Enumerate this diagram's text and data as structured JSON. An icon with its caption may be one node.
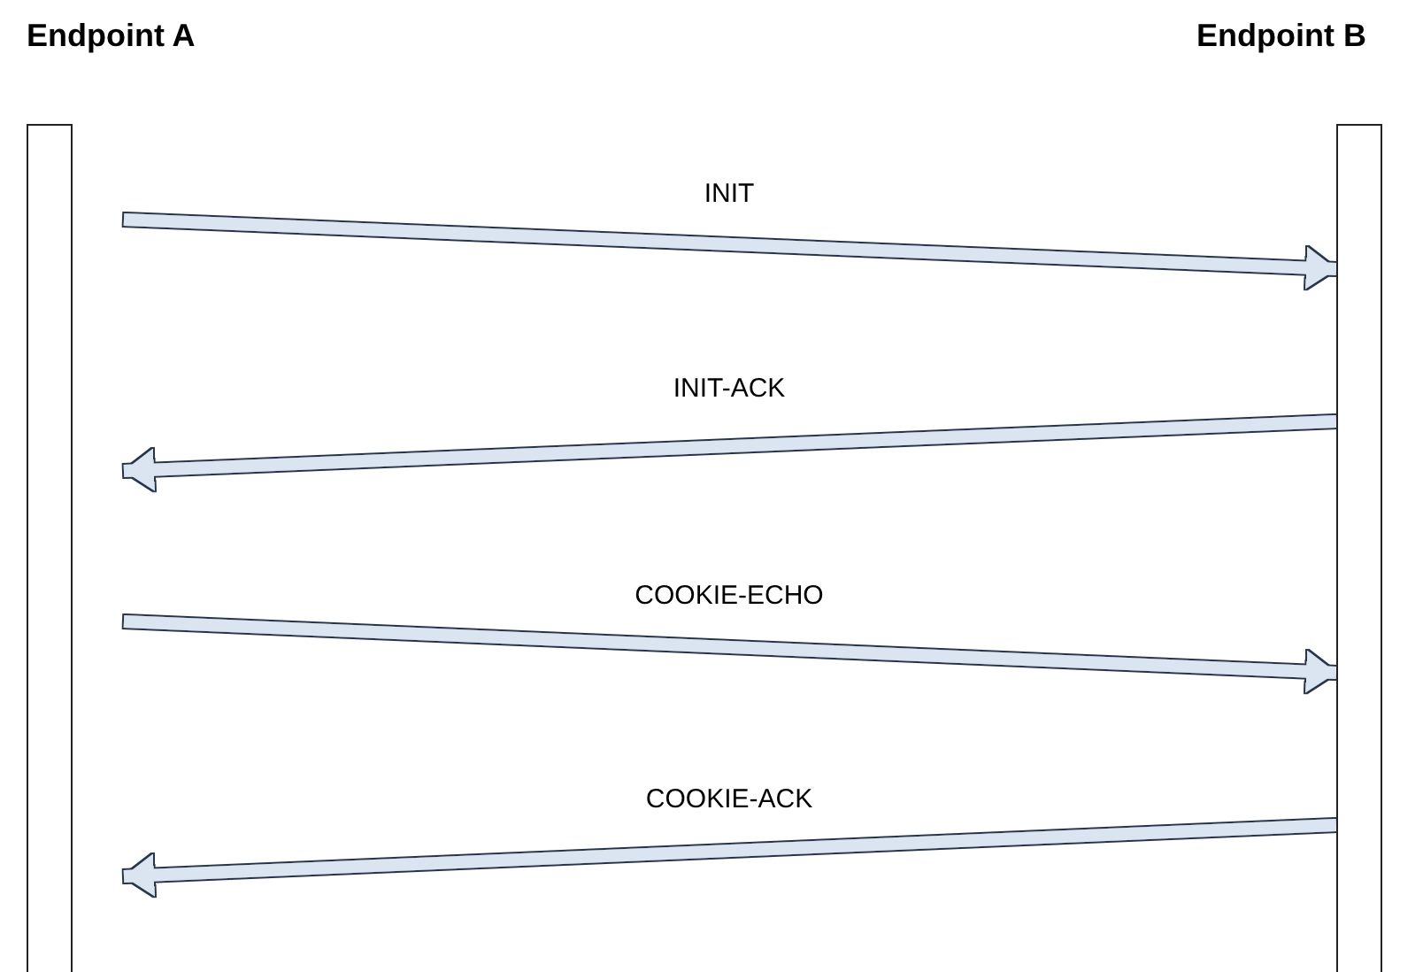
{
  "diagram": {
    "nodes": [
      {
        "text": [
          "Endpoint A"
        ]
      },
      {
        "text": [
          "Endpoint B"
        ]
      }
    ],
    "edges": [
      {
        "from": 0,
        "to": 1,
        "arrow": "to",
        "label": "INIT"
      },
      {
        "from": 1,
        "to": 0,
        "arrow": "to",
        "label": "INIT-ACK"
      },
      {
        "from": 0,
        "to": 1,
        "arrow": "to",
        "label": "COOKIE-ECHO"
      },
      {
        "from": 1,
        "to": 0,
        "arrow": "to",
        "label": "COOKIE-ACK"
      }
    ]
  }
}
